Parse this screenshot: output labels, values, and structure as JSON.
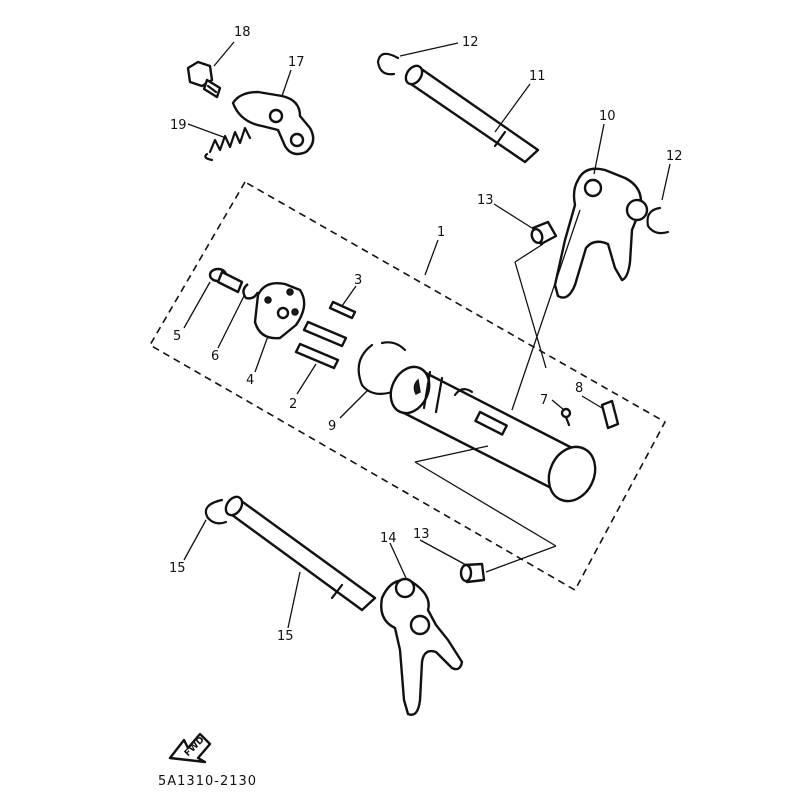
{
  "callouts": {
    "n1": "1",
    "n2": "2",
    "n3": "3",
    "n4": "4",
    "n5": "5",
    "n6": "6",
    "n7": "7",
    "n8": "8",
    "n9": "9",
    "n10": "10",
    "n11": "11",
    "n12a": "12",
    "n12b": "12",
    "n13a": "13",
    "n13b": "13",
    "n14": "14",
    "n15a": "15",
    "n15b": "15",
    "n17": "17",
    "n18": "18",
    "n19": "19"
  },
  "direction_label": "FWD",
  "diagram_code": "5A1310-2130"
}
